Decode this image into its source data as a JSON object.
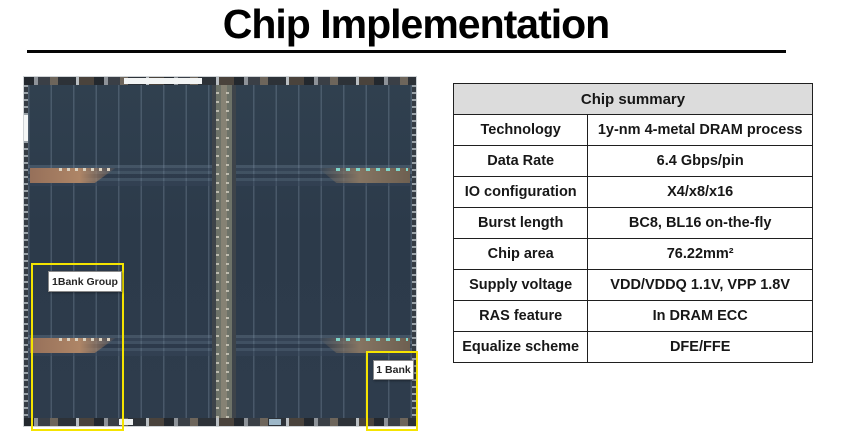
{
  "slide": {
    "title": "Chip Implementation"
  },
  "die_photo": {
    "annotations": {
      "bank_group_label": "1Bank Group",
      "bank_label": "1 Bank"
    },
    "highlight_color": "#f5e400"
  },
  "table": {
    "header": "Chip summary",
    "rows": [
      {
        "label": "Technology",
        "value": "1y-nm 4-metal DRAM process"
      },
      {
        "label": "Data Rate",
        "value": "6.4 Gbps/pin"
      },
      {
        "label": "IO configuration",
        "value": "X4/x8/x16"
      },
      {
        "label": "Burst length",
        "value": "BC8, BL16 on-the-fly"
      },
      {
        "label": "Chip area",
        "value": "76.22mm²"
      },
      {
        "label": "Supply voltage",
        "value": "VDD/VDDQ 1.1V, VPP 1.8V"
      },
      {
        "label": "RAS feature",
        "value": "In DRAM ECC"
      },
      {
        "label": "Equalize scheme",
        "value": "DFE/FFE"
      }
    ],
    "colors": {
      "header_bg": "#dcdcdc",
      "border": "#1f1f1f"
    }
  }
}
